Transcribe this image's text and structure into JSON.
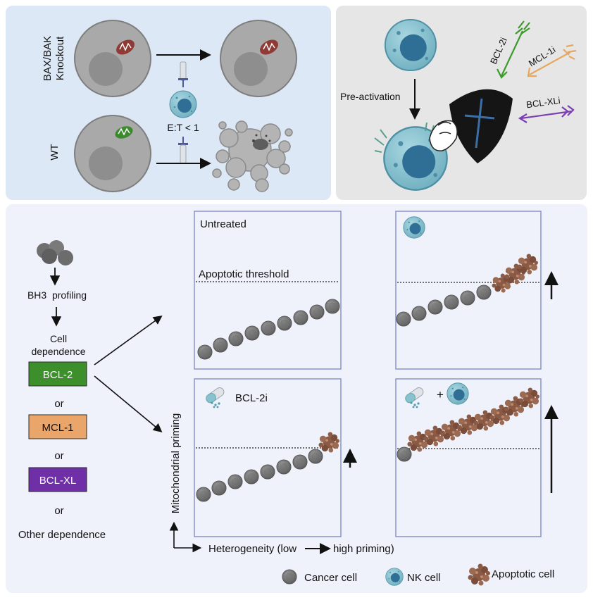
{
  "top_left": {
    "label_knockout_line1": "BAX/BAK",
    "label_knockout_line2": "Knockout",
    "label_wt": "WT",
    "ratio": "E:T < 1"
  },
  "top_right": {
    "pre_activation": "Pre-activation",
    "inhibitors": [
      {
        "label": "BCL-2i",
        "color": "#3d9a2a"
      },
      {
        "label": "MCL-1i",
        "color": "#e8a760"
      },
      {
        "label": "BCL-XLi",
        "color": "#7a3fb0"
      }
    ]
  },
  "flow": {
    "bh3": "BH3  profiling",
    "cell_line1": "Cell",
    "cell_line2": "dependence",
    "options": [
      {
        "label": "BCL-2",
        "fill": "#3d8f2c"
      },
      {
        "label": "MCL-1",
        "fill": "#eaa66a"
      },
      {
        "label": "BCL-XL",
        "fill": "#6f2fa6"
      }
    ],
    "or": "or",
    "other": "Other dependence"
  },
  "panels": {
    "untreated": "Untreated",
    "threshold": "Apoptotic threshold",
    "bcl2i": "BCL-2i",
    "plus": "+"
  },
  "axes": {
    "y": "Mitochondrial priming",
    "x_prefix": "Heterogeneity (low",
    "x_suffix": "high priming)"
  },
  "legend": {
    "cancer": "Cancer cell",
    "nk": "NK cell",
    "apoptotic": "Apoptotic cell"
  },
  "colors": {
    "top_left_bg": "#dde8f6",
    "top_right_bg": "#e6e6e6",
    "bottom_bg": "#eff2fb",
    "panel_border": "#8a93cc",
    "nk_outer": "#8fc6d3",
    "nk_inner": "#2f6f95",
    "cancer": "#7c7c7c",
    "apoptotic": "#8a5a45"
  }
}
